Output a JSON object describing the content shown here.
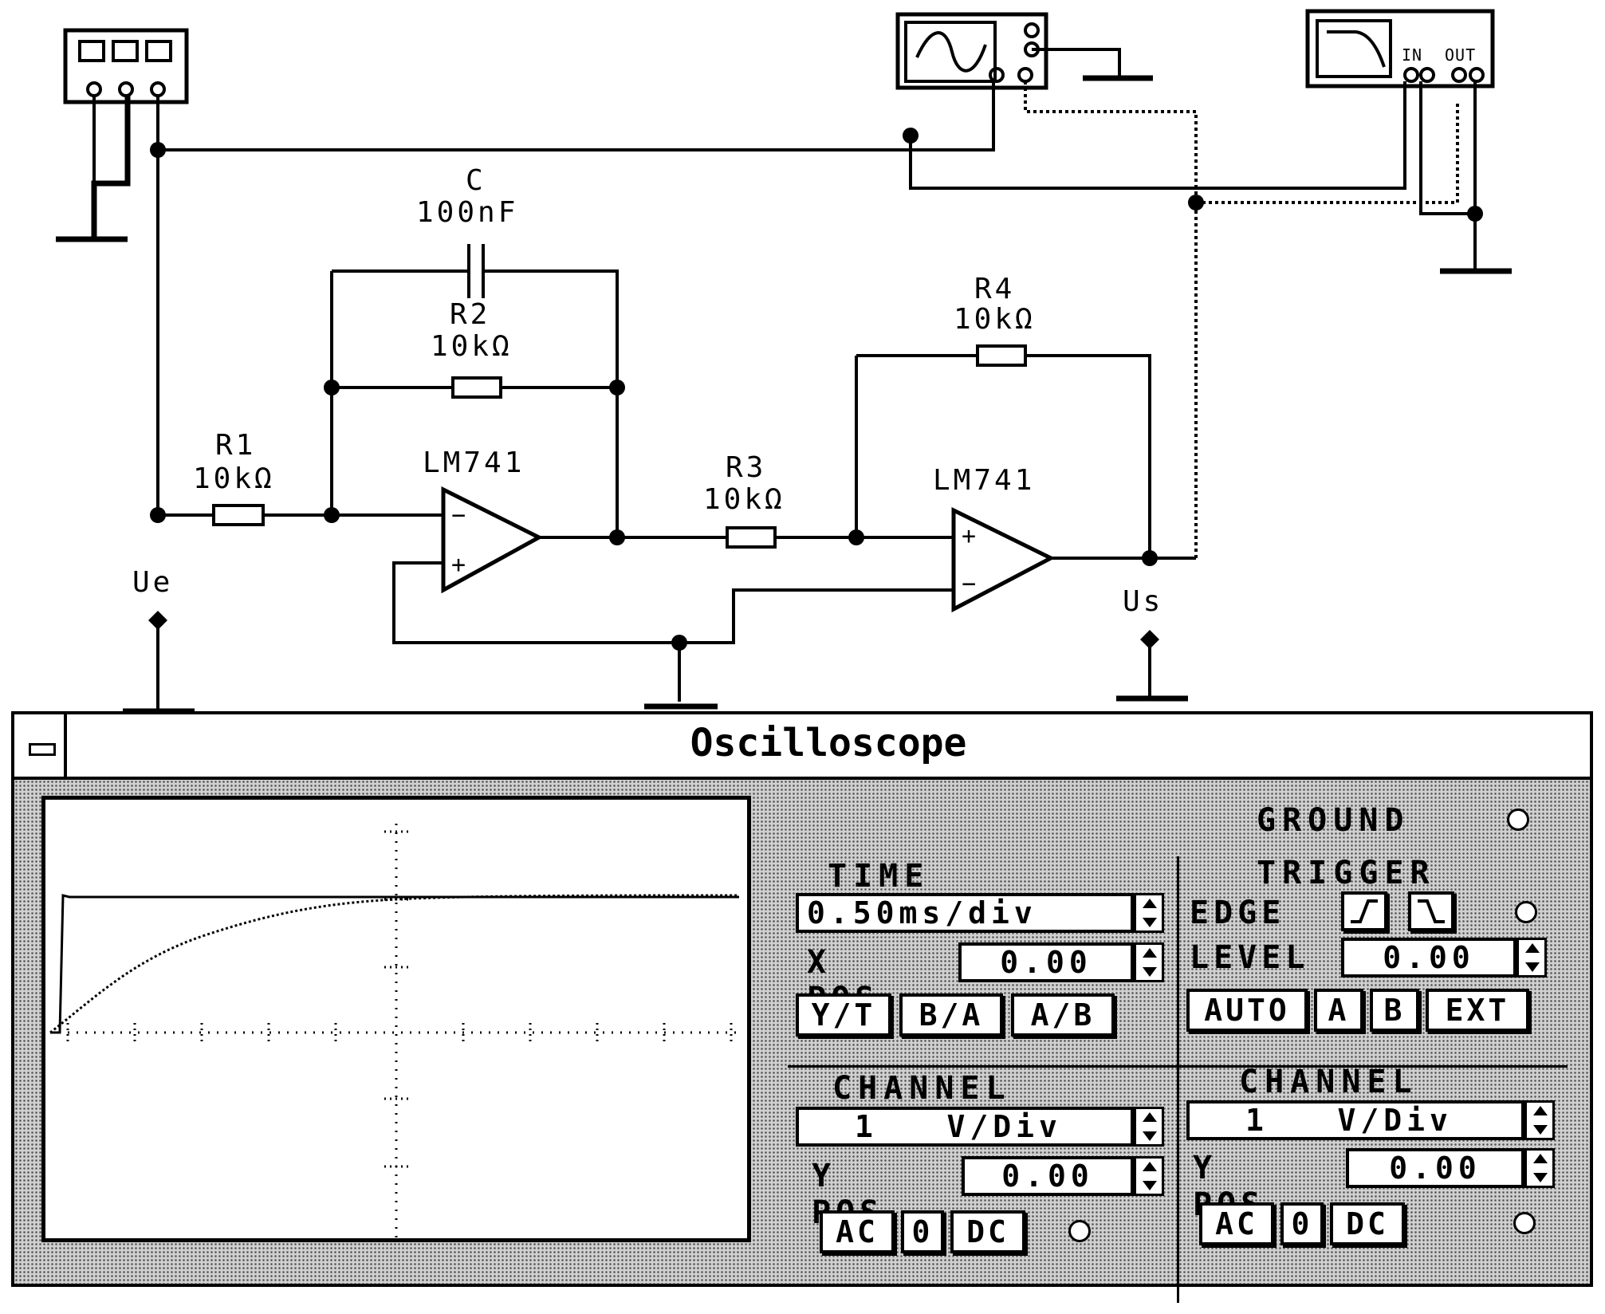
{
  "circuit": {
    "capacitor": {
      "name": "C",
      "value": "100nF"
    },
    "r1": {
      "name": "R1",
      "value": "10kΩ"
    },
    "r2": {
      "name": "R2",
      "value": "10kΩ"
    },
    "r3": {
      "name": "R3",
      "value": "10kΩ"
    },
    "r4": {
      "name": "R4",
      "value": "10kΩ"
    },
    "opamp1": "LM741",
    "opamp2": "LM741",
    "input_node": "Ue",
    "output_node": "Us",
    "plotter_in": "IN",
    "plotter_out": "OUT"
  },
  "window": {
    "title": "Oscilloscope"
  },
  "ground_label": "GROUND",
  "time_base": {
    "header": "TIME BASE",
    "value": "0.50ms/div",
    "xpos_label": "X POS",
    "xpos_value": "0.00",
    "mode_buttons": [
      "Y/T",
      "B/A",
      "A/B"
    ]
  },
  "trigger": {
    "header": "TRIGGER",
    "edge_label": "EDGE",
    "level_label": "LEVEL",
    "level_value": "0.00",
    "source_buttons": [
      "AUTO",
      "A",
      "B",
      "EXT"
    ]
  },
  "channel_a": {
    "header": "CHANNEL A",
    "scale": "1   V/Div",
    "ypos_label": "Y POS",
    "ypos_value": "0.00",
    "coupling": [
      "AC",
      "0",
      "DC"
    ]
  },
  "channel_b": {
    "header": "CHANNEL B",
    "scale": "1   V/Div",
    "ypos_label": "Y POS",
    "ypos_value": "0.00",
    "coupling": [
      "AC",
      "0",
      "DC"
    ]
  }
}
